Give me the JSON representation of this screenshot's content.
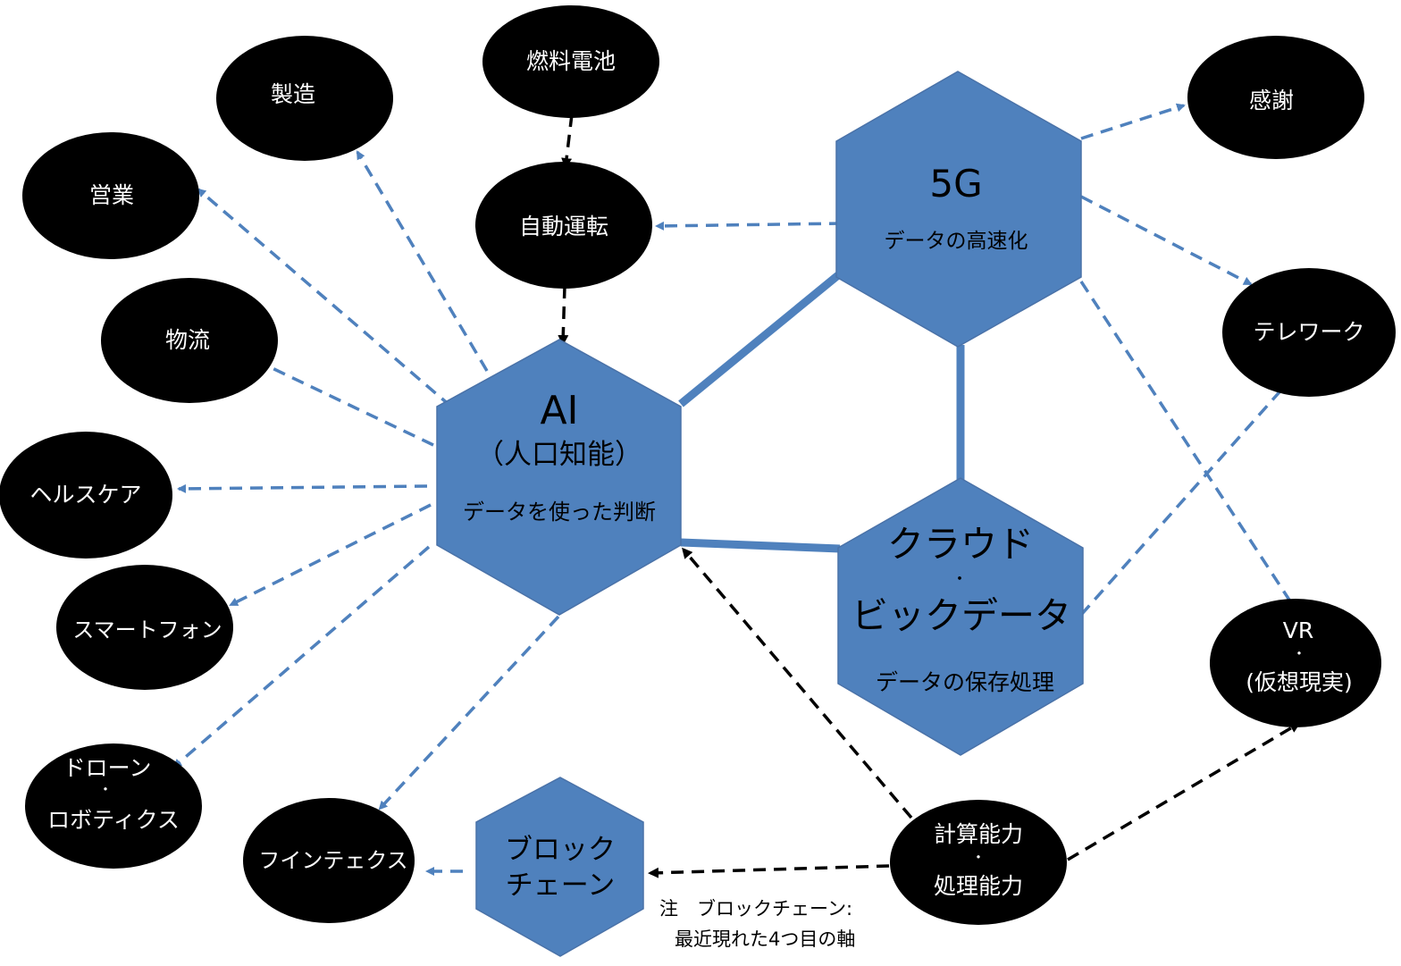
{
  "colors": {
    "hexagon": "#4f81bd",
    "hexagon_stroke": "#4a72a8",
    "oval": "#000000",
    "dashed_blue": "#4f81bd",
    "dashed_black": "#000000"
  },
  "hexagons": {
    "ai": {
      "title": "AI",
      "subtitle": "（人口知能）",
      "desc": "データを使った判断"
    },
    "g5": {
      "title": "5G",
      "desc": "データの高速化"
    },
    "cloud": {
      "title": "クラウド",
      "dot": "・",
      "title2": "ビックデータ",
      "desc": "データの保存処理"
    },
    "blockchain": {
      "line1": "ブロック",
      "line2": "チェーン"
    }
  },
  "ovals": {
    "fuel_cell": "燃料電池",
    "manufacturing": "製造",
    "sales": "営業",
    "autonomous": "自動運転",
    "logistics": "物流",
    "healthcare": "ヘルスケア",
    "smartphone": "スマートフォン",
    "drone_l1": "ドローン",
    "drone_l2": "・",
    "drone_l3": "ロボティクス",
    "fintech": "フインテェクス",
    "gratitude": "感謝",
    "telework": "テレワーク",
    "vr_l1": "VR",
    "vr_l2": "・",
    "vr_l3": "(仮想現実)",
    "compute_l1": "計算能力",
    "compute_l2": "・",
    "compute_l3": "処理能力"
  },
  "note": {
    "line1": "注　ブロックチェーン:",
    "line2": "最近現れた4つ目の軸"
  }
}
